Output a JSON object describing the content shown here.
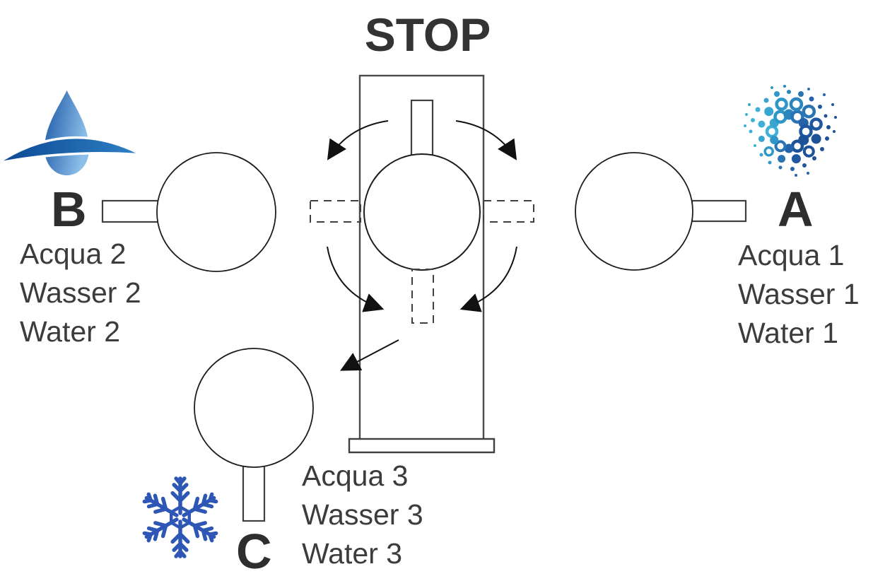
{
  "title": "STOP",
  "legend": {
    "a": {
      "letter": "A",
      "water_names": [
        "Acqua 1",
        "Wasser 1",
        "Water 1"
      ],
      "icon": "sparkling-water-bubbles"
    },
    "b": {
      "letter": "B",
      "water_names": [
        "Acqua 2",
        "Wasser 2",
        "Water 2"
      ],
      "icon": "water-drop"
    },
    "c": {
      "letter": "C",
      "water_names": [
        "Acqua 3",
        "Wasser 3",
        "Water 3"
      ],
      "icon": "snowflake"
    }
  },
  "colors": {
    "line": "#3f3f3f",
    "arrow": "#111111",
    "text": "#3c3c3c",
    "snowflake_blue": "#2d56b5",
    "bubble_cyan": "#3fb0d8",
    "bubble_dark_blue": "#1d5299",
    "drop_dark_blue": "#134f9b",
    "drop_light_blue": "#8cc0ea"
  }
}
